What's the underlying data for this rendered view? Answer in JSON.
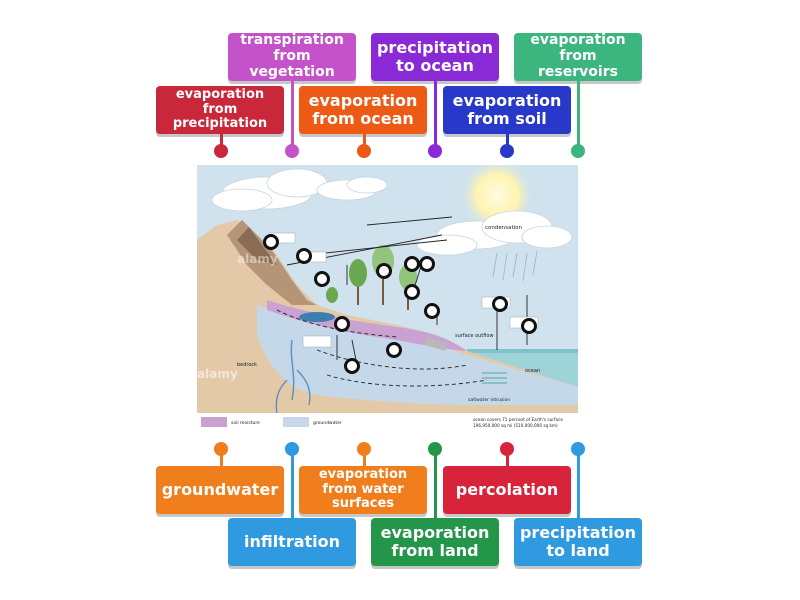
{
  "top_labels": [
    {
      "text": "transpiration from vegetation",
      "color": "#c452c8"
    },
    {
      "text": "precipitation to ocean",
      "color": "#8a2ad6"
    },
    {
      "text": "evaporation from reservoirs",
      "color": "#3cb67e"
    },
    {
      "text": "evaporation from precipitation",
      "color": "#c8283a"
    },
    {
      "text": "evaporation from ocean",
      "color": "#ec5a16"
    },
    {
      "text": "evaporation from soil",
      "color": "#2838c8"
    }
  ],
  "bottom_labels": [
    {
      "text": "groundwater",
      "color": "#f07e1c"
    },
    {
      "text": "evaporation from water surfaces",
      "color": "#f07e1c"
    },
    {
      "text": "percolation",
      "color": "#d8243a"
    },
    {
      "text": "infiltration",
      "color": "#2f9ae0"
    },
    {
      "text": "evaporation from land",
      "color": "#24964a"
    },
    {
      "text": "precipitation to land",
      "color": "#2f9ae0"
    }
  ],
  "diagram": {
    "condensation": "condensation",
    "surface_outflow": "surface outflow",
    "ocean": "ocean",
    "bedrock": "bedrock",
    "saltwater_intrusion": "saltwater intrusion",
    "legend_soil": "soil moisture",
    "legend_groundwater": "groundwater",
    "stat_line1": "ocean covers 71 percent of Earth's surface",
    "stat_line2": "196,950,000 sq mi (510,000,000 sq km)",
    "watermark": "alamy",
    "colors": {
      "sky": "#cfe2ee",
      "land": "#e3c9a8",
      "soil": "#c9a2d2",
      "groundwater": "#c5d8ea",
      "ocean": "#9ed3d8"
    }
  }
}
